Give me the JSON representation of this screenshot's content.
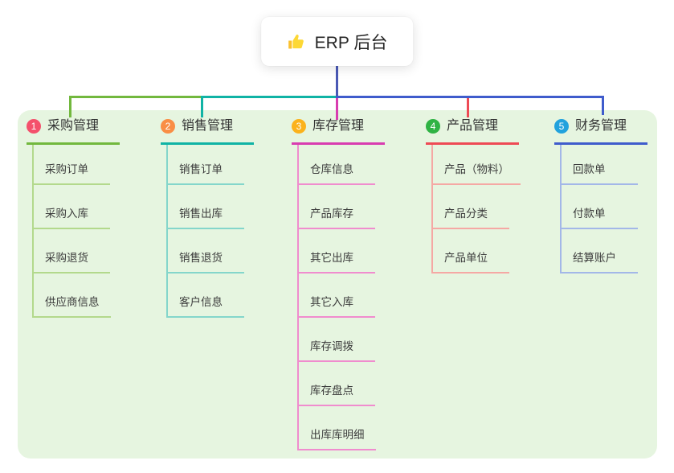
{
  "canvas": {
    "background": "#ffffff",
    "panel_background": "#e6f5e0"
  },
  "root": {
    "icon": "thumbs-up-icon",
    "icon_color": "#fbc02d",
    "label": "ERP 后台",
    "connector_color": "#4a59b5"
  },
  "connectors": {
    "horizontal_segment_colors": [
      "#72b83e",
      "#10b3a5",
      "#3f5ccc"
    ]
  },
  "branches": [
    {
      "badge": "1",
      "label": "采购管理",
      "colors": {
        "badge": "#f4516c",
        "line": "#72b83e",
        "child_line": "#b3d98c"
      },
      "children": [
        "采购订单",
        "采购入库",
        "采购退货",
        "供应商信息"
      ]
    },
    {
      "badge": "2",
      "label": "销售管理",
      "colors": {
        "badge": "#f98e45",
        "line": "#10b3a5",
        "child_line": "#84d6cb"
      },
      "children": [
        "销售订单",
        "销售出库",
        "销售退货",
        "客户信息"
      ]
    },
    {
      "badge": "3",
      "label": "库存管理",
      "colors": {
        "badge": "#fbb21c",
        "line": "#d83cb0",
        "child_line": "#f08cce"
      },
      "children": [
        "仓库信息",
        "产品库存",
        "其它出库",
        "其它入库",
        "库存调拨",
        "库存盘点",
        "出库库明细"
      ]
    },
    {
      "badge": "4",
      "label": "产品管理",
      "colors": {
        "badge": "#2fb344",
        "line": "#ee4a55",
        "child_line": "#f5a8a4"
      },
      "children": [
        "产品（物料）",
        "产品分类",
        "产品单位"
      ]
    },
    {
      "badge": "5",
      "label": "财务管理",
      "colors": {
        "badge": "#21a2dd",
        "line": "#3f5ccc",
        "child_line": "#a3b7e8"
      },
      "children": [
        "回款单",
        "付款单",
        "结算账户"
      ]
    }
  ]
}
